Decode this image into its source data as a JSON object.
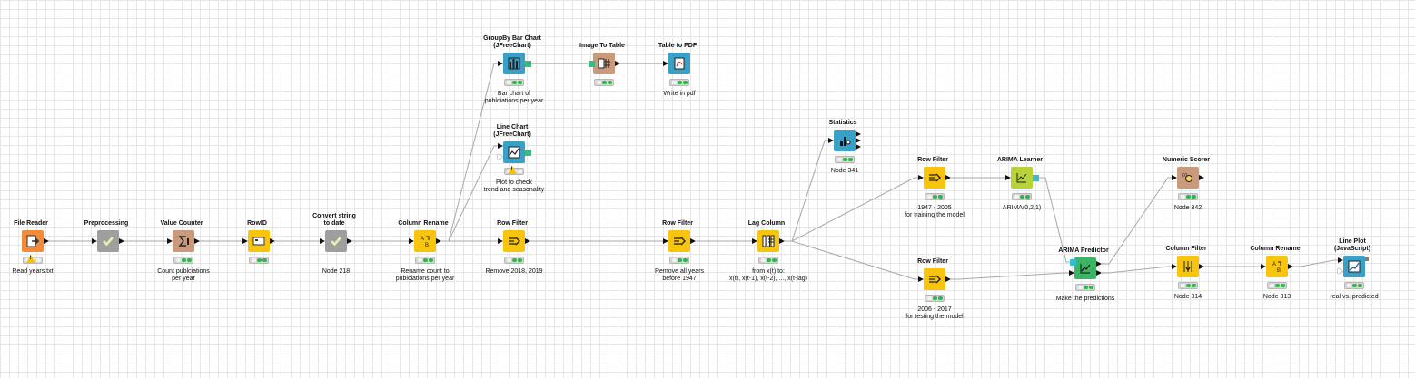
{
  "colors": {
    "source": "#f08c3b",
    "manipulator": "#f7c50e",
    "metanode": "#9e9e9e",
    "visualizer": "#3aa0c6",
    "other": "#c99a7c",
    "learner": "#b8d33a",
    "predictor": "#3bb466",
    "wire": "#a8a8a8",
    "table_port": "#111111",
    "model_port": "#38bcd6",
    "image_port": "#3cb97f"
  },
  "nodes": [
    {
      "id": "n1",
      "title": "File Reader",
      "label": "Read years.txt",
      "color": "source",
      "icon": "file-reader-icon",
      "in": false,
      "out": true,
      "warn": true,
      "lights": 0
    },
    {
      "id": "n2",
      "title": "Preprocessing",
      "label": "",
      "color": "metanode",
      "icon": "metanode-check-icon",
      "in": true,
      "out": true,
      "warn": false,
      "lights": -1
    },
    {
      "id": "n3",
      "title": "Value Counter",
      "label": "Count publciations\nper year",
      "color": "other",
      "icon": "sigma-icon",
      "in": true,
      "out": true,
      "warn": false,
      "lights": 2
    },
    {
      "id": "n4",
      "title": "RowID",
      "label": "",
      "color": "manipulator",
      "icon": "rowid-icon",
      "in": true,
      "out": true,
      "warn": false,
      "lights": 2
    },
    {
      "id": "n5",
      "title": "Convert string\nto date",
      "label": "Node 218",
      "color": "metanode",
      "icon": "metanode-check-icon",
      "in": true,
      "out": true,
      "warn": false,
      "lights": -1
    },
    {
      "id": "n6",
      "title": "Column Rename",
      "label": "Rename count to\npublciations per year",
      "color": "manipulator",
      "icon": "column-rename-icon",
      "in": true,
      "out": true,
      "warn": false,
      "lights": 2
    },
    {
      "id": "n7",
      "title": "GroupBy Bar Chart\n(JFreeChart)",
      "label": "Bar chart of\npublciations per year",
      "color": "visualizer",
      "icon": "bar-chart-icon",
      "in": true,
      "out": "image",
      "warn": false,
      "lights": 2
    },
    {
      "id": "n8",
      "title": "Image To Table",
      "label": "",
      "color": "other",
      "icon": "image-to-table-icon",
      "in": "image",
      "out": true,
      "warn": false,
      "lights": 2
    },
    {
      "id": "n9",
      "title": "Table to PDF",
      "label": "Write in pdf",
      "color": "visualizer",
      "icon": "pdf-icon",
      "in": true,
      "out": false,
      "warn": false,
      "lights": 2
    },
    {
      "id": "n10",
      "title": "Line Chart\n(JFreeChart)",
      "label": "Plot to check\ntrend and seasonality",
      "color": "visualizer",
      "icon": "line-chart-icon",
      "in": "two",
      "out": "image",
      "warn": true,
      "lights": 0
    },
    {
      "id": "n11",
      "title": "Row Filter",
      "label": "Remove 2018, 2019",
      "color": "manipulator",
      "icon": "row-filter-icon",
      "in": true,
      "out": true,
      "warn": false,
      "lights": 2
    },
    {
      "id": "n12",
      "title": "Row Filter",
      "label": "Remove all years\nbefore 1947",
      "color": "manipulator",
      "icon": "row-filter-icon",
      "in": true,
      "out": true,
      "warn": false,
      "lights": 2
    },
    {
      "id": "n13",
      "title": "Lag Column",
      "label": "from x(t) to:\nx(t), x(t-1), x(t-2), ..., x(t-lag)",
      "color": "manipulator",
      "icon": "lag-column-icon",
      "in": true,
      "out": true,
      "warn": false,
      "lights": 2
    },
    {
      "id": "n14",
      "title": "Statistics",
      "label": "Node 341",
      "color": "visualizer",
      "icon": "statistics-icon",
      "in": true,
      "out": "three",
      "warn": false,
      "lights": 2
    },
    {
      "id": "n15",
      "title": "Row Filter",
      "label": "1947 - 2005\nfor training the model",
      "color": "manipulator",
      "icon": "row-filter-icon",
      "in": true,
      "out": true,
      "warn": false,
      "lights": 2
    },
    {
      "id": "n16",
      "title": "Row Filter",
      "label": "2006 - 2017\nfor testing the model",
      "color": "manipulator",
      "icon": "row-filter-icon",
      "in": true,
      "out": true,
      "warn": false,
      "lights": 2
    },
    {
      "id": "n17",
      "title": "ARIMA Learner",
      "label": "ARIMA(0,2,1)",
      "color": "learner",
      "icon": "arima-learner-icon",
      "in": true,
      "out": "model",
      "warn": false,
      "lights": 2
    },
    {
      "id": "n18",
      "title": "ARIMA Predictor",
      "label": "Make the predictions",
      "color": "predictor",
      "icon": "arima-predictor-icon",
      "in": "model-table",
      "out": "two",
      "warn": false,
      "lights": 2
    },
    {
      "id": "n19",
      "title": "Numeric Scorer",
      "label": "Node 342",
      "color": "other",
      "icon": "numeric-scorer-icon",
      "in": true,
      "out": true,
      "warn": false,
      "lights": 2
    },
    {
      "id": "n20",
      "title": "Column Filter",
      "label": "Node 314",
      "color": "manipulator",
      "icon": "column-filter-icon",
      "in": true,
      "out": true,
      "warn": false,
      "lights": 2
    },
    {
      "id": "n21",
      "title": "Column Rename",
      "label": "Node 313",
      "color": "manipulator",
      "icon": "column-rename-icon",
      "in": true,
      "out": true,
      "warn": false,
      "lights": 2
    },
    {
      "id": "n22",
      "title": "Line Plot\n(JavaScript)",
      "label": "real vs. predicted",
      "color": "visualizer",
      "icon": "line-plot-icon",
      "in": "two",
      "out": "view",
      "warn": false,
      "lights": 2
    }
  ],
  "connections": [
    [
      "n1",
      "n2"
    ],
    [
      "n2",
      "n3"
    ],
    [
      "n3",
      "n4"
    ],
    [
      "n4",
      "n5"
    ],
    [
      "n5",
      "n6"
    ],
    [
      "n6",
      "n7"
    ],
    [
      "n6",
      "n10"
    ],
    [
      "n6",
      "n11"
    ],
    [
      "n7",
      "n8"
    ],
    [
      "n8",
      "n9"
    ],
    [
      "n11",
      "n12"
    ],
    [
      "n12",
      "n13"
    ],
    [
      "n13",
      "n14"
    ],
    [
      "n13",
      "n15"
    ],
    [
      "n13",
      "n16"
    ],
    [
      "n15",
      "n17"
    ],
    [
      "n17",
      "n18"
    ],
    [
      "n16",
      "n18"
    ],
    [
      "n18",
      "n19"
    ],
    [
      "n18",
      "n20"
    ],
    [
      "n20",
      "n21"
    ],
    [
      "n21",
      "n22"
    ]
  ]
}
